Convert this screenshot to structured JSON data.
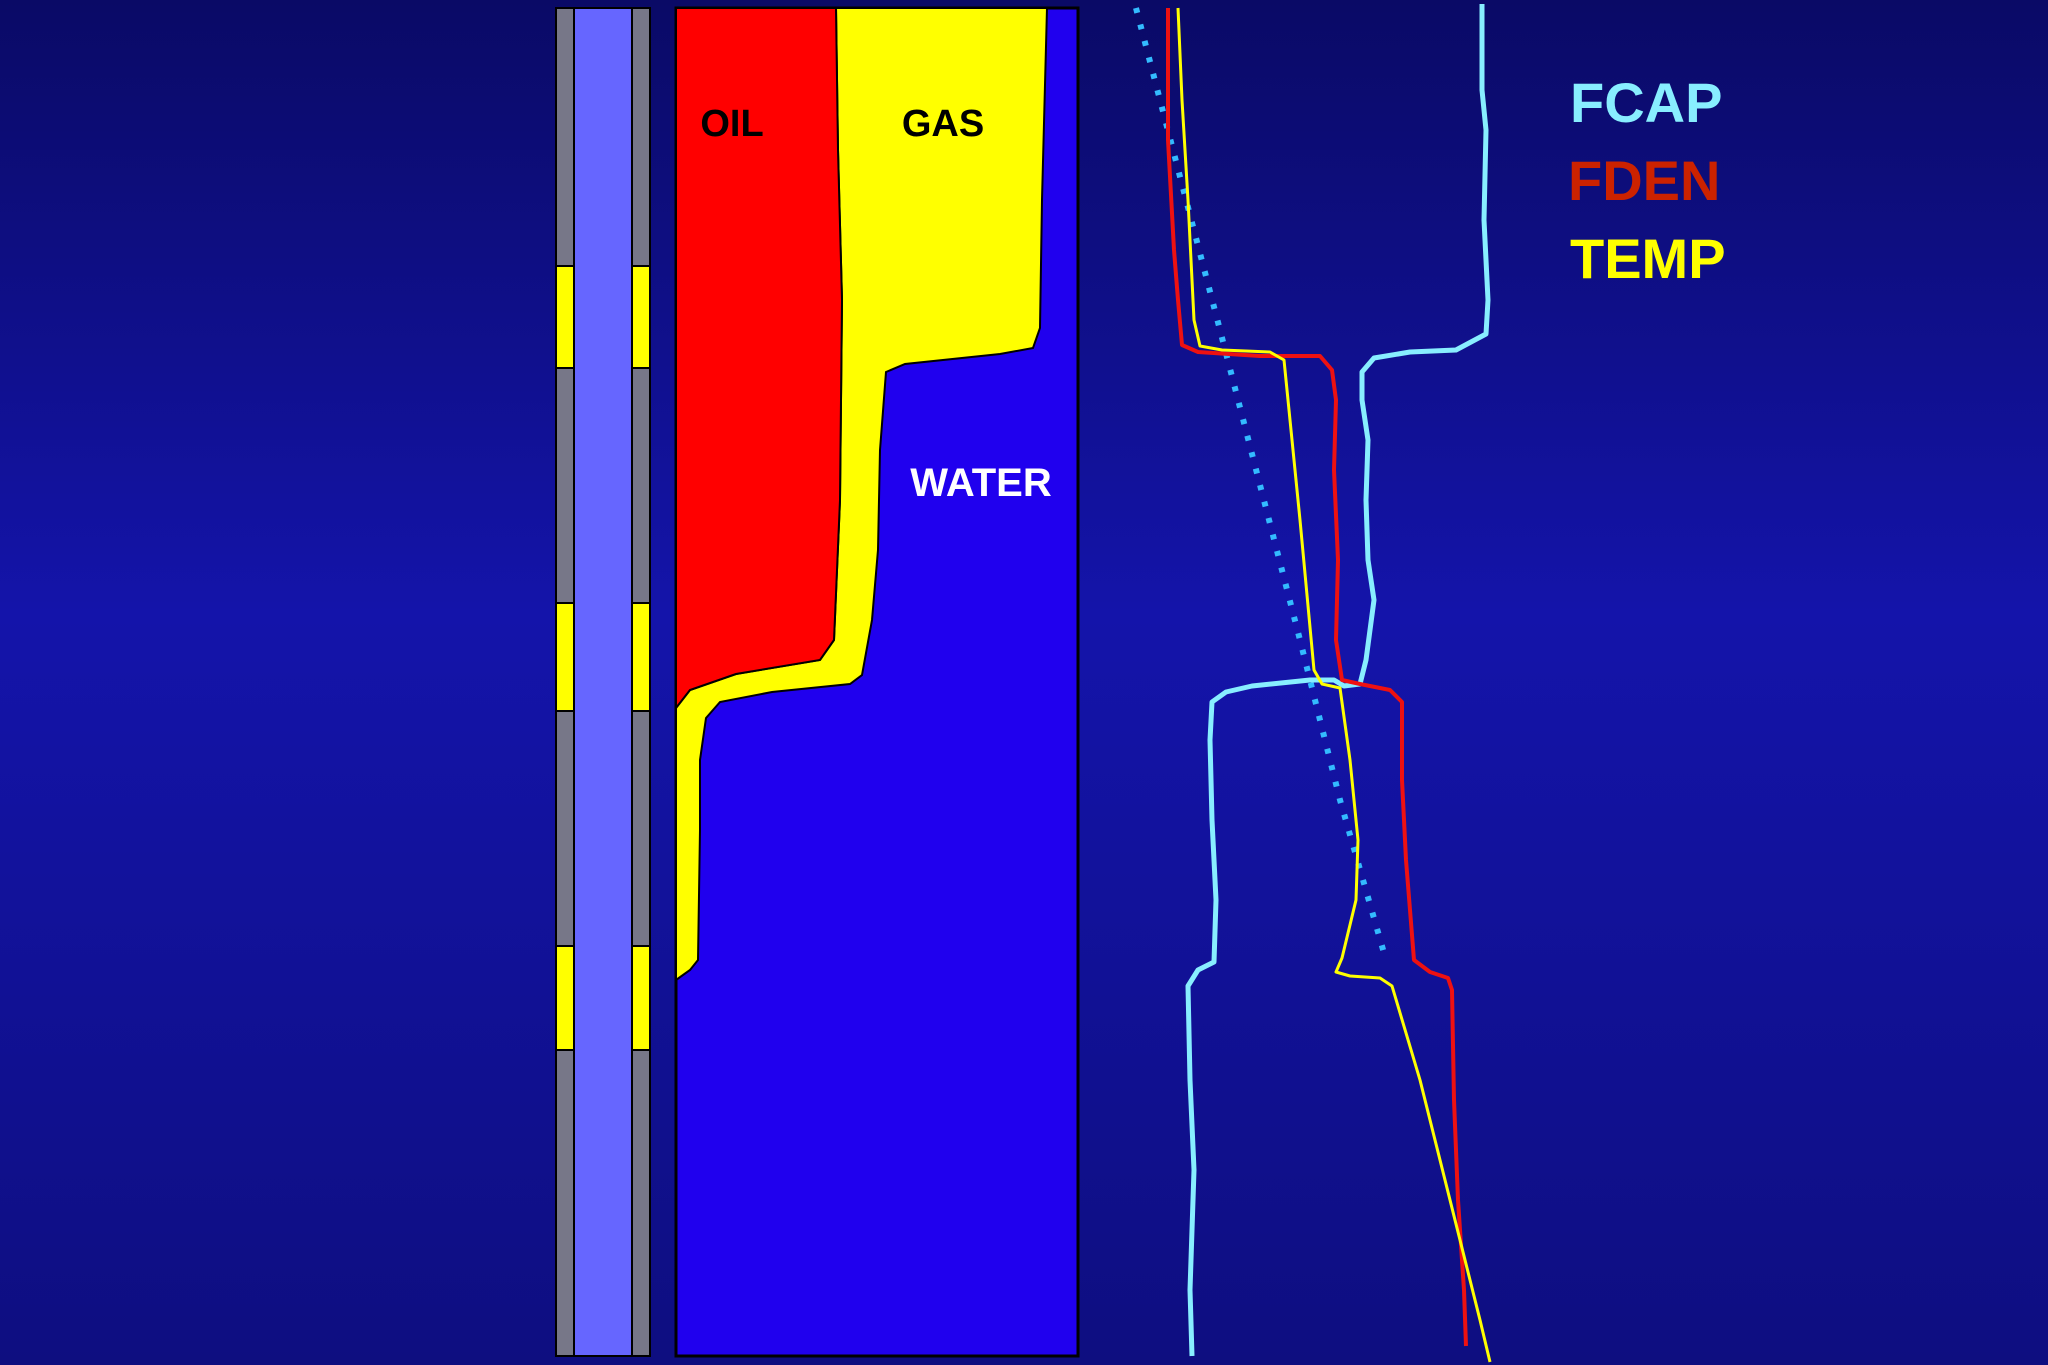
{
  "colors": {
    "background_top": "#0a0a66",
    "background_mid": "#1414aa",
    "casing": "#777788",
    "tubing": "#6666ff",
    "perforation": "#ffff00",
    "oil": "#ff0000",
    "gas": "#ffff00",
    "water": "#2000ee",
    "fcap": "#88eeff",
    "fden": "#ee1111",
    "temp": "#ffff00"
  },
  "fluids": {
    "oil_label": "OIL",
    "gas_label": "GAS",
    "water_label": "WATER"
  },
  "legend": [
    {
      "name": "FCAP",
      "color": "#88eeff"
    },
    {
      "name": "FDEN",
      "color": "#cc2200"
    },
    {
      "name": "TEMP",
      "color": "#ffff00"
    }
  ],
  "icons": {
    "wellbore": "casing-tubing-icon",
    "perforations": "perforation-marker-icon"
  }
}
